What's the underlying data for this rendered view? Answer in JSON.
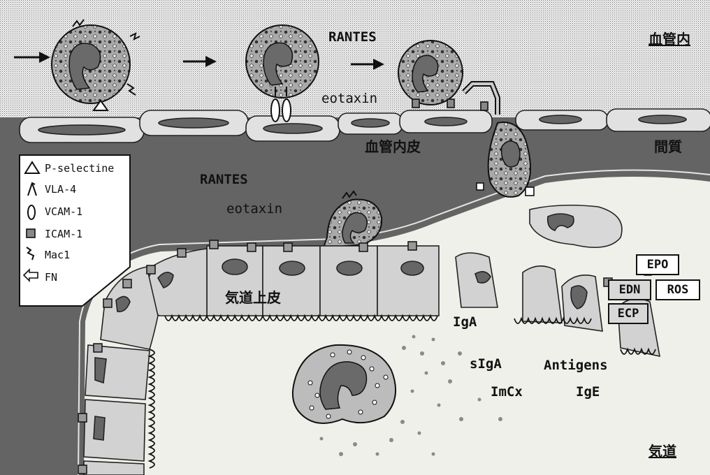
{
  "regions": {
    "vessel_lumen": "血管内",
    "endothelium": "血管内皮",
    "interstitium": "間質",
    "airway_epithelium": "気道上皮",
    "airway_lumen": "気道"
  },
  "labels": {
    "rantes_top": "RANTES",
    "eotaxin_top": "eotaxin",
    "rantes_mid": "RANTES",
    "eotaxin_mid": "eotaxin",
    "iga": "IgA",
    "siga": "sIgA",
    "antigens": "Antigens",
    "imcx": "ImCx",
    "ige": "IgE"
  },
  "legend": {
    "items": [
      {
        "icon": "triangle-icon",
        "label": "P-selectine"
      },
      {
        "icon": "vla4-icon",
        "label": "VLA-4"
      },
      {
        "icon": "oval-icon",
        "label": "VCAM-1"
      },
      {
        "icon": "square-icon",
        "label": "ICAM-1"
      },
      {
        "icon": "mac1-icon",
        "label": "Mac1"
      },
      {
        "icon": "fn-icon",
        "label": "FN"
      }
    ]
  },
  "mediators": [
    "EPO",
    "EDN",
    "ROS",
    "ECP"
  ]
}
